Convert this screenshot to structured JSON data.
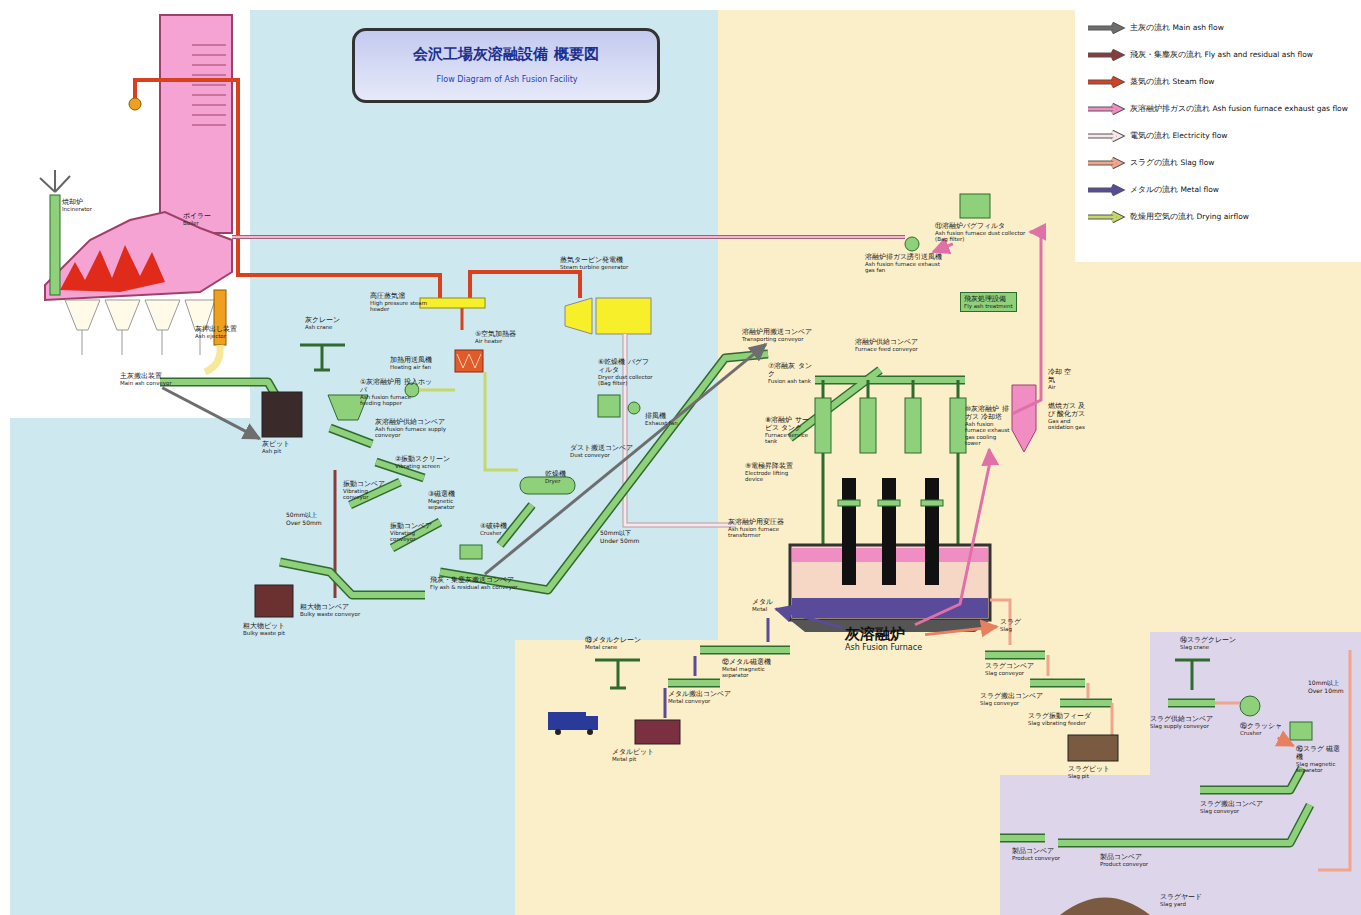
{
  "diagram": {
    "title": "会沢工場灰溶融設備 概要図",
    "nodes": [
      {
        "text": [
          "焼却炉",
          "Incinerator"
        ]
      },
      {
        "text": [
          "ボイラー",
          "Boiler"
        ]
      },
      {
        "text": [
          "灰押出し装置",
          "Ash ejector"
        ]
      },
      {
        "text": [
          "主灰搬出装置",
          "Main ash conveyor"
        ]
      },
      {
        "text": [
          "灰ピット",
          "Ash pit"
        ]
      },
      {
        "text": [
          "灰クレーン",
          "Ash crane"
        ]
      },
      {
        "text": [
          "①灰溶融炉用 投入ホッパ",
          "Ash fusion furnace feeding hopper"
        ]
      },
      {
        "text": [
          "灰溶融炉供給コンベア",
          "Ash fusion furnace supply conveyor"
        ]
      },
      {
        "text": [
          "②振動スクリーン",
          "Vibrating screen"
        ]
      },
      {
        "text": [
          "振動コンベア",
          "Vibrating conveyor"
        ]
      },
      {
        "text": [
          "③磁選機",
          "Magnetic separator"
        ]
      },
      {
        "text": [
          "振動コンベア",
          "Vibrating conveyor"
        ]
      },
      {
        "text": [
          "④破砕機",
          "Crusher"
        ]
      },
      {
        "text": [
          "粗大物コンベア",
          "Bulky waste conveyor"
        ]
      },
      {
        "text": [
          "粗大物ピット",
          "Bulky waste pit"
        ]
      },
      {
        "text": [
          "飛灰・集塵灰搬送コンベア",
          "Fly ash & residual ash conveyor"
        ]
      },
      {
        "text": [
          "高圧蒸気溜",
          "High pressure steam header"
        ]
      },
      {
        "text": [
          "⑤空気加熱器",
          "Air heater"
        ]
      },
      {
        "text": [
          "加熱用送風機",
          "Heating air fan"
        ]
      },
      {
        "text": [
          "蒸気タービン発電機",
          "Steam turbine generator"
        ]
      },
      {
        "text": [
          "⑥乾燥機 バグフィルタ",
          "Dryer dust collector (Bag filter)"
        ]
      },
      {
        "text": [
          "排風機",
          "Exhaust fan"
        ]
      },
      {
        "text": [
          "ダスト搬送コンベア",
          "Dust conveyor"
        ]
      },
      {
        "text": [
          "乾燥機",
          "Dryer"
        ]
      },
      {
        "text": [
          "溶融炉用搬送コンベア",
          "Transporting conveyor"
        ]
      },
      {
        "text": [
          "溶融炉供給コンベア",
          "Furnace feed conveyor"
        ]
      },
      {
        "text": [
          "⑦溶融灰 タンク",
          "Fusion ash tank"
        ]
      },
      {
        "text": [
          "⑧溶融炉 サービス タンク",
          "Furnace service tank"
        ]
      },
      {
        "text": [
          "⑨電極昇降装置",
          "Electrode lifting device"
        ]
      },
      {
        "text": [
          "灰溶融炉用変圧器",
          "Ash fusion furnace transformer"
        ]
      },
      {
        "text": [
          "⑩灰溶融炉 排ガス 冷却塔",
          "Ash fusion furnace exhaust gas cooling tower"
        ]
      },
      {
        "text": [
          "冷却 空気",
          "Air"
        ]
      },
      {
        "text": [
          "燃焼ガス 及び 酸化ガス",
          "Gas and oxidation gas"
        ]
      },
      {
        "text": [
          "⑪溶融炉バグフィルタ",
          "Ash fusion furnace dust collector (Bag filter)"
        ]
      },
      {
        "text": [
          "溶融炉排ガス誘引送風機",
          "Ash fusion furnace exhaust gas fan"
        ]
      },
      {
        "text": [
          "飛灰処理設備",
          "Fly ash treatment"
        ]
      },
      {
        "text": [
          "灰溶融炉",
          "Ash Fusion Furnace"
        ]
      },
      {
        "text": [
          "メタル",
          "Metal"
        ]
      },
      {
        "text": [
          "スラグ",
          "Slag"
        ]
      },
      {
        "text": [
          "⑫メタル磁選機",
          "Metal magnetic separator"
        ]
      },
      {
        "text": [
          "メタル搬出コンベア",
          "Metal conveyor"
        ]
      },
      {
        "text": [
          "⑬メタルクレーン",
          "Metal crane"
        ]
      },
      {
        "text": [
          "メタルピット",
          "Metal pit"
        ]
      },
      {
        "text": [
          "スラグコンベア",
          "Slag conveyor"
        ]
      },
      {
        "text": [
          "スラグ搬出コンベア",
          "Slag conveyor"
        ]
      },
      {
        "text": [
          "スラグ振動フィーダ",
          "Slag vibrating feeder"
        ]
      },
      {
        "text": [
          "スラグピット",
          "Slag pit"
        ]
      },
      {
        "text": [
          "⑭スラグクレーン",
          "Slag crane"
        ]
      },
      {
        "text": [
          "スラグ供給コンベア",
          "Slag supply conveyor"
        ]
      },
      {
        "text": [
          "⑮クラッシャ",
          "Crusher"
        ]
      },
      {
        "text": [
          "⑯スラグ 磁選機",
          "Slag magnetic separator"
        ]
      },
      {
        "text": [
          "スラグ搬出コンベア",
          "Slag conveyor"
        ]
      },
      {
        "text": [
          "製品コンベア",
          "Product conveyor"
        ]
      },
      {
        "text": [
          "製品コンベア",
          "Product conveyor"
        ]
      },
      {
        "text": [
          "スラグヤード",
          "Slag yard"
        ]
      }
    ],
    "edges": [
      {
        "from": 36,
        "to": 30,
        "arrow": "to"
      },
      {
        "from": 30,
        "to": 33,
        "arrow": "to"
      },
      {
        "from": 33,
        "to": 34,
        "arrow": "to"
      },
      {
        "from": 36,
        "to": 37,
        "arrow": "to"
      },
      {
        "from": 36,
        "to": 38,
        "arrow": "to"
      },
      {
        "from": 15,
        "to": 24,
        "arrow": "to"
      },
      {
        "from": 3,
        "to": 4,
        "arrow": "to"
      },
      {
        "from": 49,
        "to": 50,
        "arrow": "to"
      }
    ],
    "labels": [
      "Flow Diagram of Ash Fusion Facility",
      "50mm以上",
      "Over 50mm",
      "50mm以下",
      "Under 50mm",
      "10mm以上",
      "Over 10mm"
    ],
    "legend": [
      {
        "text": "主灰の流れ Main ash flow"
      },
      {
        "text": "飛灰・集塵灰の流れ Fly ash and residual ash flow"
      },
      {
        "text": "蒸気の流れ Steam flow"
      },
      {
        "text": "灰溶融炉排ガスの流れ Ash fusion furnace exhaust gas flow"
      },
      {
        "text": "電気の流れ Electricity flow"
      },
      {
        "text": "スラグの流れ Slag flow"
      },
      {
        "text": "メタルの流れ Metal flow"
      },
      {
        "text": "乾燥用空気の流れ Drying airflow"
      }
    ]
  }
}
